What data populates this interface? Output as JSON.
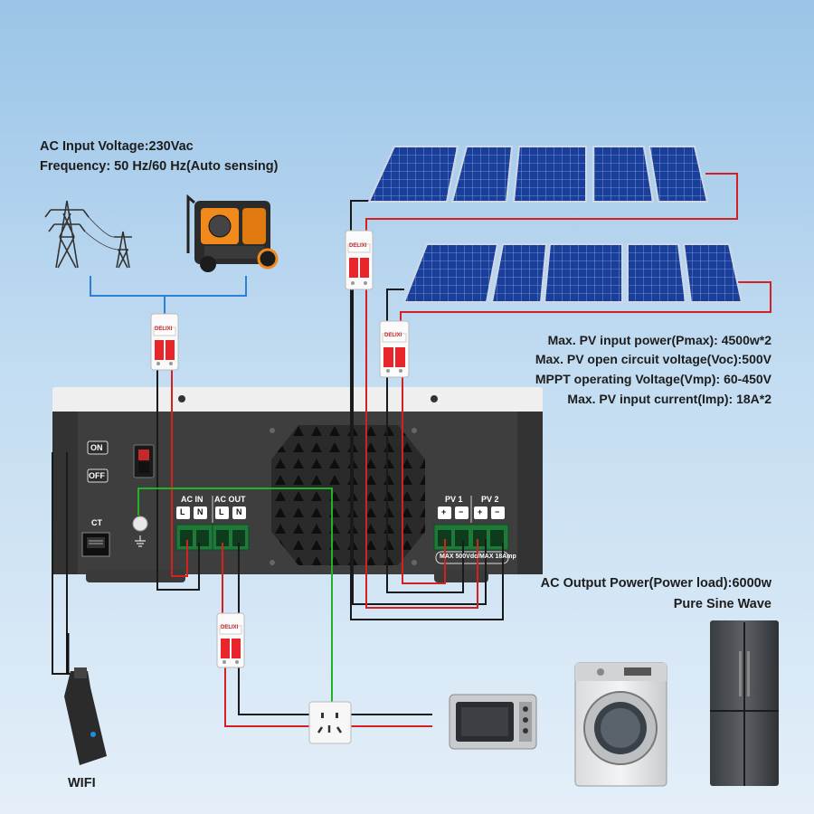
{
  "ac_input_spec": {
    "voltage": "AC Input Voltage:230Vac",
    "frequency": "Frequency: 50 Hz/60 Hz(Auto sensing)"
  },
  "pv_spec": {
    "power": "Max. PV input power(Pmax): 4500w*2",
    "voc": "Max. PV open circuit voltage(Voc):500V",
    "vmp": "MPPT operating Voltage(Vmp): 60-450V",
    "imp": "Max. PV input current(Imp): 18A*2"
  },
  "ac_output_spec": {
    "power": "AC Output Power(Power load):6000w",
    "wave": "Pure Sine Wave"
  },
  "inverter_panel": {
    "on": "ON",
    "off": "OFF",
    "ct": "CT",
    "ac_in": "AC  IN",
    "ac_out": "AC  OUT",
    "terminal_l": "L",
    "terminal_n": "N",
    "pv1": "PV 1",
    "pv2": "PV 2",
    "plus": "+",
    "minus": "−",
    "pv_rating": "MAX 500Vdc/MAX 18Amp"
  },
  "wifi_label": "WIFI",
  "breaker_brand": "DELIXI",
  "colors": {
    "live_wire": "#d42020",
    "neutral_wire": "#1a1a1a",
    "ac_source_wire": "#2f7fd6",
    "ground_wire": "#22b322",
    "breaker_red": "#e8252a",
    "terminal_green": "#1f7a3a",
    "inverter_body": "#3e3e3e"
  },
  "icons": {
    "grid": "transmission-tower-icon",
    "generator": "generator-icon",
    "solar": "solar-panel-icon",
    "breaker": "circuit-breaker-icon",
    "socket": "wall-socket-icon",
    "oven": "toaster-oven-icon",
    "washer": "washing-machine-icon",
    "fridge": "refrigerator-icon",
    "wifi": "wifi-dongle-icon",
    "ground": "ground-symbol-icon"
  }
}
